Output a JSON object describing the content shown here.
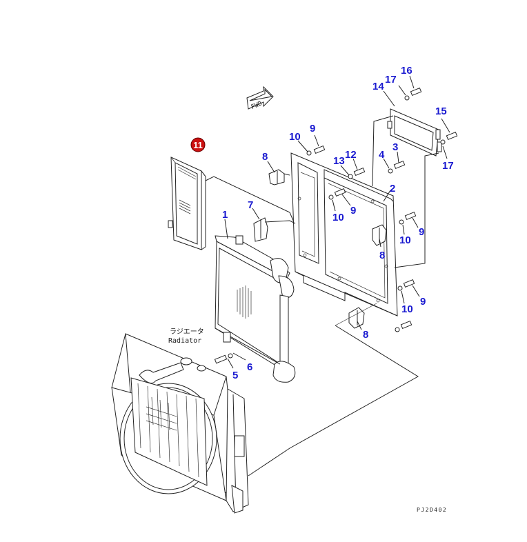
{
  "callouts": [
    {
      "id": "c1",
      "text": "1"
    },
    {
      "id": "c2",
      "text": "2"
    },
    {
      "id": "c3",
      "text": "3"
    },
    {
      "id": "c4",
      "text": "4"
    },
    {
      "id": "c5",
      "text": "5"
    },
    {
      "id": "c6",
      "text": "6"
    },
    {
      "id": "c7",
      "text": "7"
    },
    {
      "id": "c8a",
      "text": "8"
    },
    {
      "id": "c8b",
      "text": "8"
    },
    {
      "id": "c8c",
      "text": "8"
    },
    {
      "id": "c9a",
      "text": "9"
    },
    {
      "id": "c9b",
      "text": "9"
    },
    {
      "id": "c9c",
      "text": "9"
    },
    {
      "id": "c9d",
      "text": "9"
    },
    {
      "id": "c10a",
      "text": "10"
    },
    {
      "id": "c10b",
      "text": "10"
    },
    {
      "id": "c10c",
      "text": "10"
    },
    {
      "id": "c10d",
      "text": "10"
    },
    {
      "id": "c12",
      "text": "12"
    },
    {
      "id": "c13",
      "text": "13"
    },
    {
      "id": "c14",
      "text": "14"
    },
    {
      "id": "c15",
      "text": "15"
    },
    {
      "id": "c16",
      "text": "16"
    },
    {
      "id": "c17a",
      "text": "17"
    },
    {
      "id": "c17b",
      "text": "17"
    }
  ],
  "badge": {
    "text": "11",
    "color": "#cc1111"
  },
  "fwd_arrow": {
    "text": "FWD"
  },
  "radiator_label": {
    "japanese": "ラジエータ",
    "english": "Radiator"
  },
  "drawing_code": "PJ2D402",
  "colors": {
    "callout": "#1a1ad0",
    "line": "#222222"
  }
}
